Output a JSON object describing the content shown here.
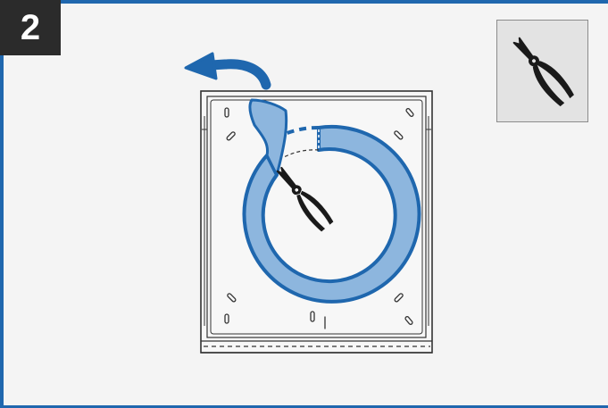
{
  "step": {
    "number": "2"
  },
  "colors": {
    "frame": "#1f67ae",
    "badge": "#2b2b2b",
    "seal_light": "#8db6de",
    "seal_dark": "#1f67ae",
    "arrow": "#1f67ae",
    "tool": "#1a1a1a"
  },
  "icons": {
    "tool_hint": "pliers-icon",
    "direction": "curved-arrow-left-icon",
    "seal": "door-seal-ring",
    "door": "oven-door-panel"
  }
}
